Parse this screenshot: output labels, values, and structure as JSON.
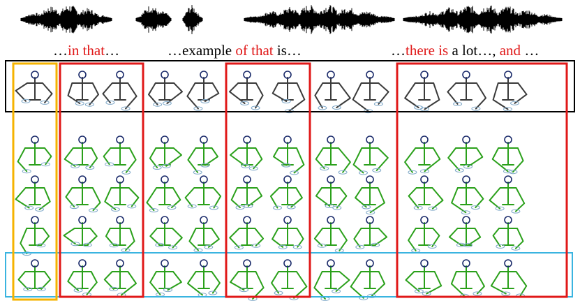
{
  "transcript": {
    "segments": [
      {
        "parts": [
          {
            "text": "…",
            "highlight": false
          },
          {
            "text": "in that",
            "highlight": true
          },
          {
            "text": "…",
            "highlight": false
          }
        ]
      },
      {
        "parts": [
          {
            "text": "…example ",
            "highlight": false
          },
          {
            "text": "of that",
            "highlight": true
          },
          {
            "text": " is…",
            "highlight": false
          }
        ]
      },
      {
        "parts": [
          {
            "text": "…",
            "highlight": false
          },
          {
            "text": "there is",
            "highlight": true
          },
          {
            "text": " a lot…, ",
            "highlight": false
          },
          {
            "text": "and",
            "highlight": true
          },
          {
            "text": " …",
            "highlight": false
          }
        ]
      }
    ]
  },
  "colors": {
    "waveform": "#000000",
    "highlight_text": "#e01818",
    "reference_frame": "#000000",
    "reference_skeleton": "#3a3a3a",
    "generated_skeleton": "#2aa01a",
    "red_box": "#e01818",
    "orange_box": "#f5b300",
    "blue_box": "#3ab4e0",
    "joint_head": "#1a2a6a"
  },
  "skeleton_grid": {
    "rows": [
      {
        "kind": "reference",
        "count": 12
      },
      {
        "kind": "generated",
        "count": 12
      },
      {
        "kind": "generated",
        "count": 12
      },
      {
        "kind": "generated",
        "count": 12
      },
      {
        "kind": "generated",
        "count": 12
      }
    ]
  }
}
